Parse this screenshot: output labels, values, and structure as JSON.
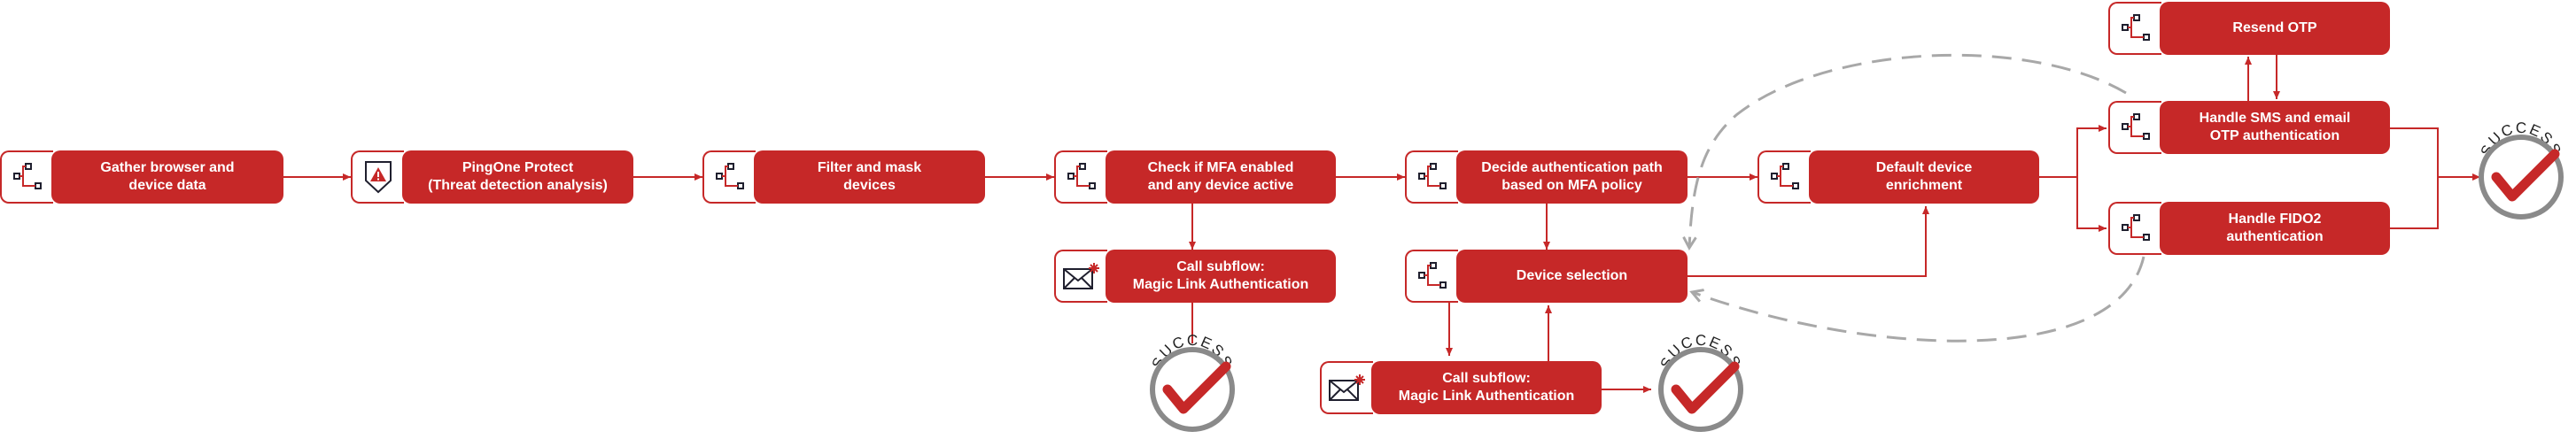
{
  "nodes": {
    "gather": {
      "label": "Gather browser and\ndevice data",
      "icon": "flow-icon"
    },
    "protect": {
      "label": "PingOne Protect\n(Threat detection analysis)",
      "icon": "warning-shield-icon"
    },
    "filter": {
      "label": "Filter and mask\ndevices",
      "icon": "flow-icon"
    },
    "check_mfa": {
      "label": "Check if MFA enabled\nand any device active",
      "icon": "flow-icon"
    },
    "subflow_magic_1": {
      "label": "Call subflow:\nMagic Link Authentication",
      "icon": "email-icon"
    },
    "decide_path": {
      "label": "Decide authentication path\nbased on MFA policy",
      "icon": "flow-icon"
    },
    "device_selection": {
      "label": "Device selection",
      "icon": "flow-icon"
    },
    "subflow_magic_2": {
      "label": "Call subflow:\nMagic Link Authentication",
      "icon": "email-icon"
    },
    "default_enrichment": {
      "label": "Default device\nenrichment",
      "icon": "flow-icon"
    },
    "resend_otp": {
      "label": "Resend OTP",
      "icon": "flow-icon"
    },
    "handle_sms": {
      "label": "Handle SMS and email\nOTP authentication",
      "icon": "flow-icon"
    },
    "handle_fido2": {
      "label": "Handle FIDO2\nauthentication",
      "icon": "flow-icon"
    }
  },
  "success_label": "SUCCESS",
  "colors": {
    "accent": "#c62828",
    "dashed": "#a8a8a8",
    "check": "#c62828",
    "ring": "#8a8a8a"
  }
}
